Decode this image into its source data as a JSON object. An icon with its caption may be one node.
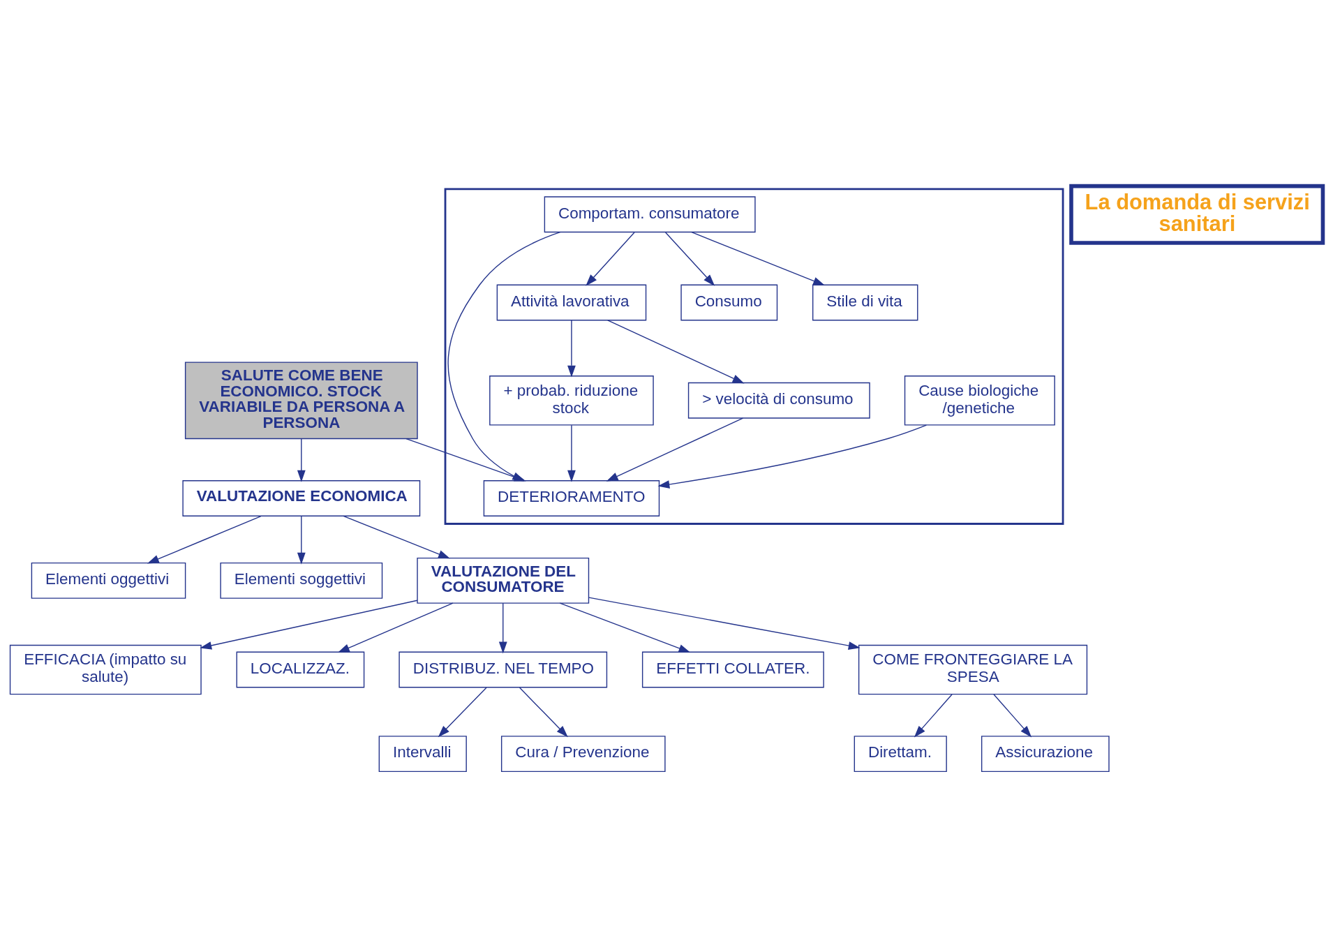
{
  "diagram": {
    "nodes": [
      {
        "text": [
          "EFFICACIA (impatto su salute)"
        ]
      },
      {
        "text": [
          "Intervalli"
        ]
      },
      {
        "text": [
          "Cura / Prevenzione"
        ]
      },
      {
        "text": [
          "La domanda di servizi sanitari"
        ]
      },
      {
        "text": [
          "LOCALIZZAZ."
        ]
      },
      {
        "text": [
          "DISTRIBUZ. NEL TEMPO"
        ]
      },
      {
        "text": [
          "Elementi oggettivi"
        ]
      },
      {
        "text": [
          "Elementi soggettivi"
        ]
      },
      {
        "text": [
          "EFFETTI COLLATER."
        ]
      },
      {
        "text": [
          "SALUTE COME BENE ECONOMICO. STOCK VARIABILE DA PERSONA A PERSONA"
        ]
      },
      {
        "text": [
          "VALUTAZIONE DEL CONSUMATORE"
        ]
      },
      {
        "text": [
          "VALUTAZIONE ECONOMICA"
        ]
      },
      {
        "text": [],
        "shape": "box"
      },
      {
        "text": [
          "Cause biologiche /genetiche"
        ],
        "in": 12
      },
      {
        "text": [
          "DETERIORAMENTO"
        ],
        "in": 12
      },
      {
        "text": [
          "COME FRONTEGGIARE LA SPESA"
        ]
      },
      {
        "text": [
          "Comportam. consumatore"
        ],
        "in": 12
      },
      {
        "text": [
          "+ probab. riduzione stock"
        ],
        "in": 12
      },
      {
        "text": [
          "Attività lavorativa"
        ],
        "in": 12
      },
      {
        "text": [
          "Direttam."
        ]
      },
      {
        "text": [
          "Assicurazione"
        ]
      },
      {
        "text": [
          "Consumo"
        ],
        "in": 12
      },
      {
        "text": [
          "> velocità di consumo"
        ],
        "in": 12
      },
      {
        "text": [
          "Stile di vita"
        ],
        "in": 12
      }
    ],
    "edges": [
      {
        "from": 10,
        "to": 0,
        "arrow": "to"
      },
      {
        "from": 10,
        "to": 4,
        "arrow": "to"
      },
      {
        "from": 10,
        "to": 8,
        "arrow": "to"
      },
      {
        "from": 10,
        "to": 5,
        "arrow": "to"
      },
      {
        "from": 5,
        "to": 1,
        "arrow": "to"
      },
      {
        "from": 5,
        "to": 2,
        "arrow": "to"
      },
      {
        "from": 11,
        "to": 10,
        "arrow": "to"
      },
      {
        "from": 11,
        "to": 6,
        "arrow": "to"
      },
      {
        "from": 11,
        "to": 7,
        "arrow": "to"
      },
      {
        "from": 9,
        "to": 11,
        "arrow": "to"
      },
      {
        "from": 9,
        "to": 14,
        "arrow": "to"
      },
      {
        "from": 13,
        "to": 14,
        "arrow": "to"
      },
      {
        "from": 16,
        "to": 14,
        "arrow": "to"
      },
      {
        "from": 10,
        "to": 15,
        "arrow": "to"
      },
      {
        "from": 15,
        "to": 19,
        "arrow": "to"
      },
      {
        "from": 15,
        "to": 20,
        "arrow": "to"
      },
      {
        "from": 16,
        "to": 18,
        "arrow": "to"
      },
      {
        "from": 16,
        "to": 21,
        "arrow": "to"
      },
      {
        "from": 16,
        "to": 23,
        "arrow": "to"
      },
      {
        "from": 18,
        "to": 17,
        "arrow": "to"
      },
      {
        "from": 18,
        "to": 22,
        "arrow": "to"
      },
      {
        "from": 17,
        "to": 14,
        "arrow": "to"
      },
      {
        "from": 22,
        "to": 14,
        "arrow": "to"
      }
    ]
  }
}
